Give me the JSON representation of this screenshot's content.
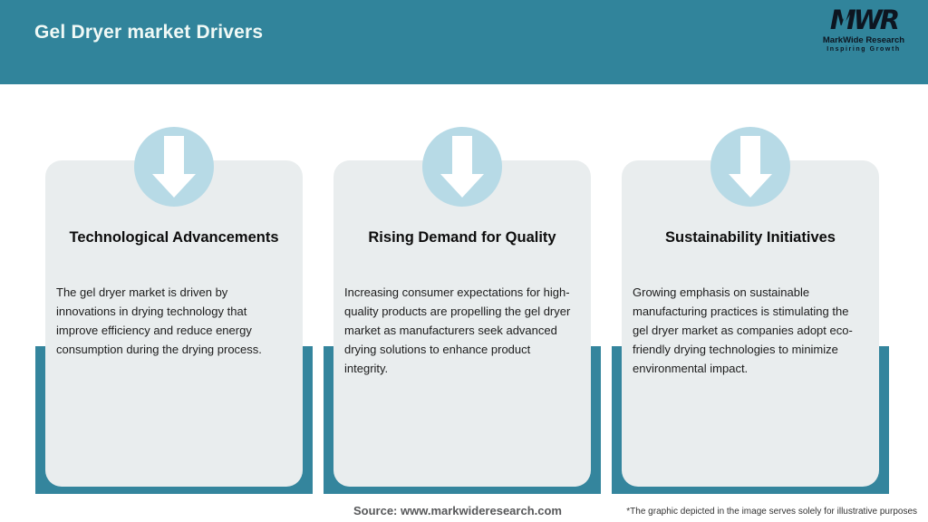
{
  "header": {
    "title": "Gel Dryer market Drivers"
  },
  "logo": {
    "mark": "MWR",
    "name": "MarkWide Research",
    "tagline": "Inspiring Growth"
  },
  "cards": [
    {
      "icon": "down-arrow",
      "title": "Technological Advancements",
      "body": "The gel dryer market is driven by\ninnovations in drying technology that\nimprove efficiency and reduce energy\nconsumption during the drying process."
    },
    {
      "icon": "down-arrow",
      "title": "Rising Demand for Quality",
      "body": "Increasing consumer expectations for high-\nquality products are propelling the gel dryer\nmarket as manufacturers seek advanced\ndrying solutions to enhance product\nintegrity."
    },
    {
      "icon": "down-arrow",
      "title": "Sustainability Initiatives",
      "body": "Growing emphasis on sustainable\nmanufacturing practices is stimulating the\ngel dryer market as companies adopt eco-\nfriendly drying technologies to minimize\nenvironmental impact."
    }
  ],
  "footer": {
    "source": "Source: www.markwideresearch.com",
    "disclaimer": "*The graphic depicted in the image serves solely for illustrative purposes"
  },
  "colors": {
    "header_bg": "#31849B",
    "shadow_teal": "#34859D",
    "card_bg": "#E9EDEE",
    "circle_blue": "#B7DAE6",
    "arrow": "#FFFFFF"
  }
}
